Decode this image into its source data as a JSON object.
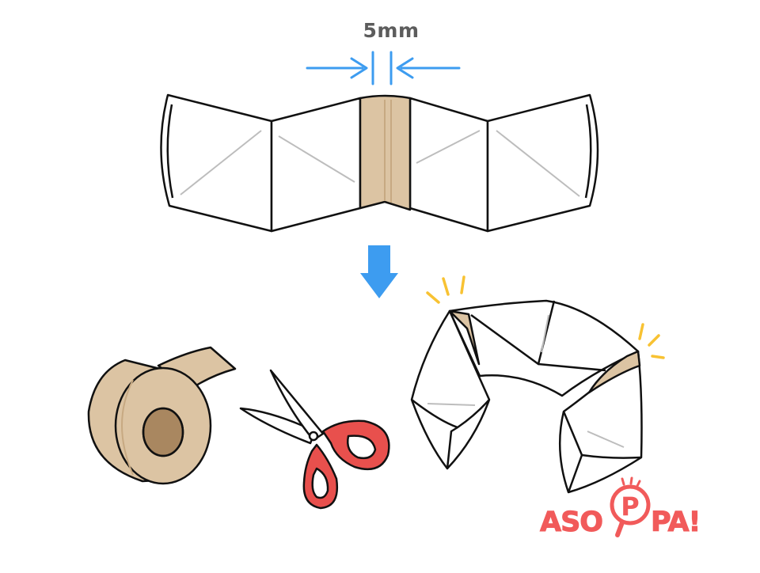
{
  "measurement": {
    "label": "5mm"
  },
  "logo": {
    "text_left": "ASO",
    "letter_center": "P",
    "text_right": "PA!",
    "brand_color": "#f15a5a"
  },
  "icons": [
    "down-arrow-icon",
    "tape-roll-icon",
    "scissors-icon",
    "sparkle-icon"
  ],
  "colors": {
    "tape": "#dcc4a3",
    "arrow_blue": "#3d9cf0",
    "scissors_handle": "#e8504d",
    "sparkle": "#f8c232",
    "outline": "#111111",
    "crease": "#bdbdbd"
  }
}
